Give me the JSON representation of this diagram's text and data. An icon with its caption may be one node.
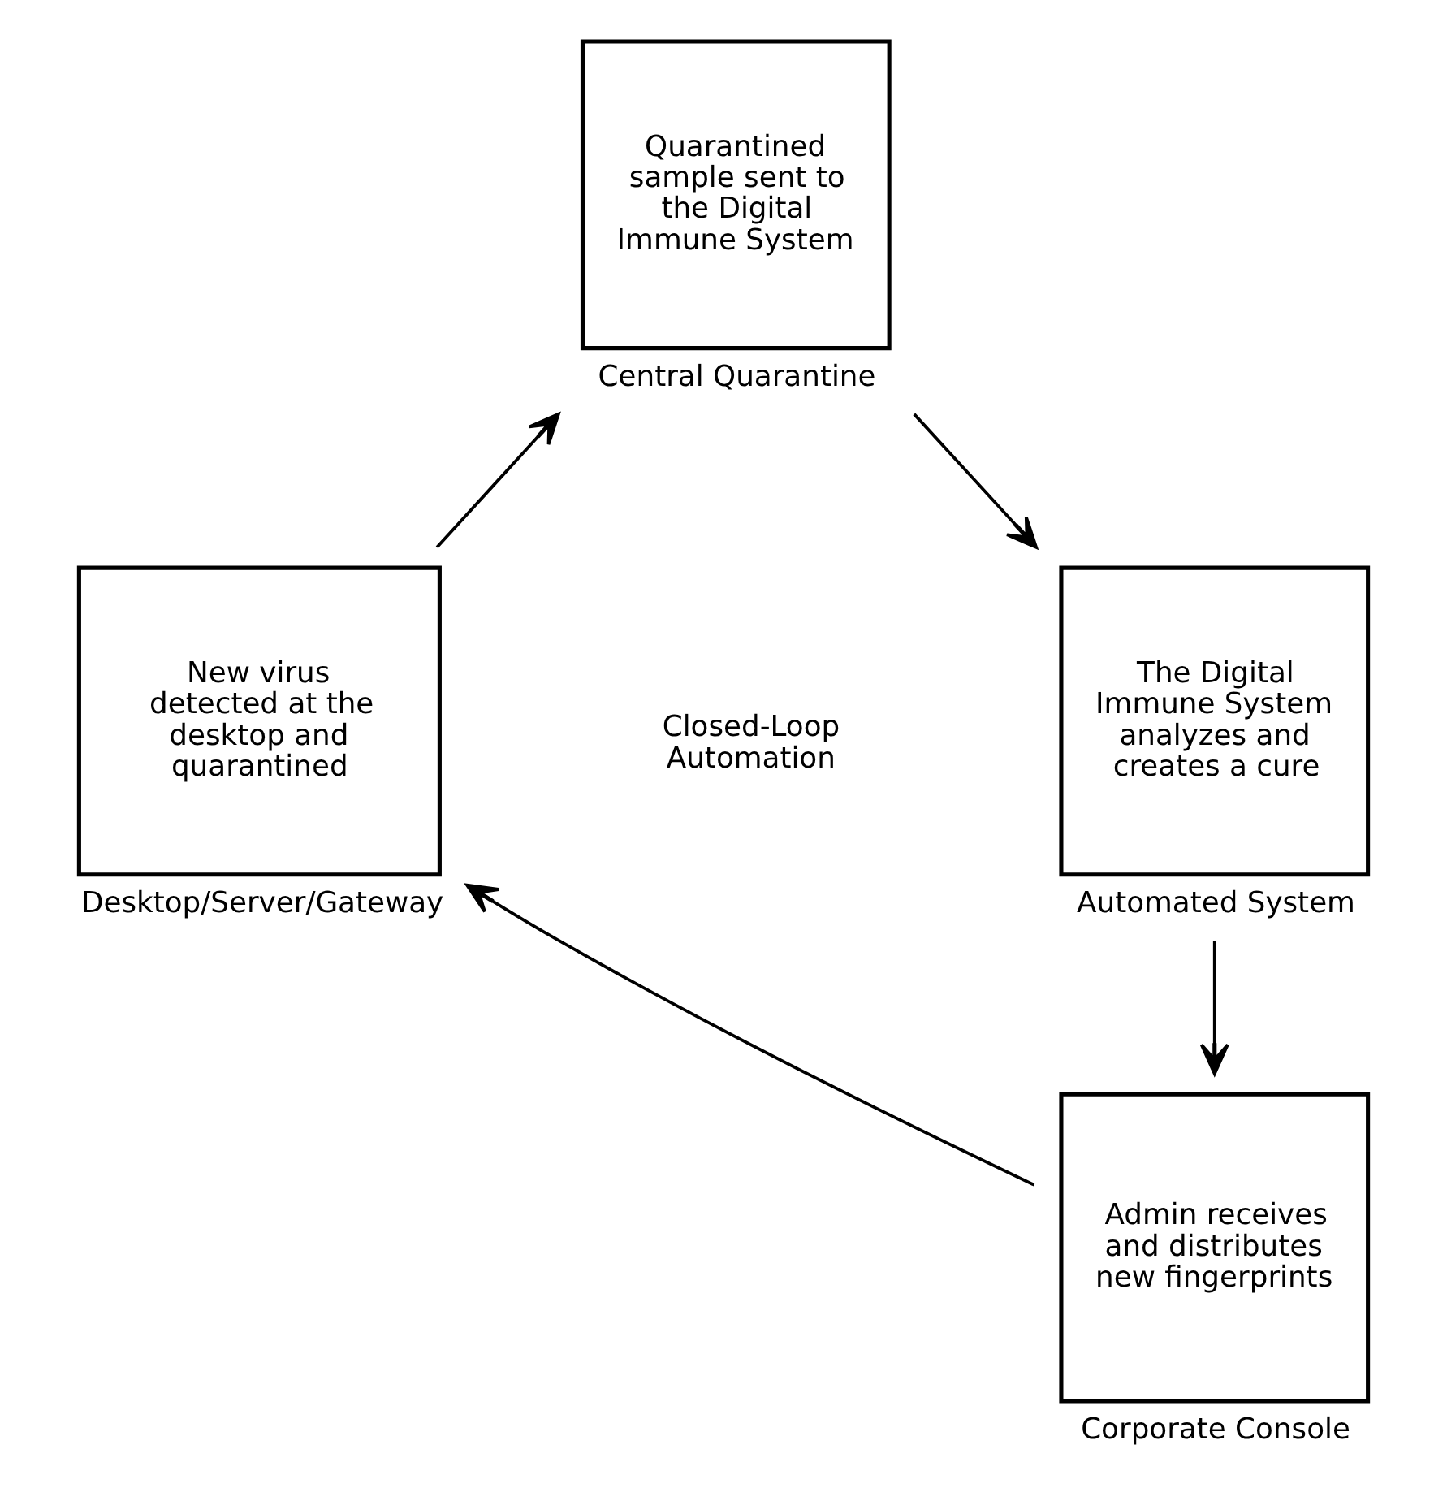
{
  "diagram": {
    "nodes": [
      {
        "text": [
          "Quarantined sample sent to the Digital Immune System"
        ],
        "beside": [
          "Central Quarantine"
        ]
      },
      {
        "text": [
          "New virus detected at the desktop and quarantined"
        ],
        "beside": [
          "Desktop/Server/Gateway"
        ]
      },
      {
        "text": [
          "The Digital Immune System analyzes and creates a cure"
        ],
        "beside": [
          "Automated System"
        ]
      },
      {
        "text": [
          "Admin receives and distributes new fingerprints"
        ],
        "beside": [
          "Corporate Console"
        ]
      }
    ],
    "edges": [
      {
        "from": 1,
        "to": 0,
        "arrow": "to"
      },
      {
        "from": 0,
        "to": 2,
        "arrow": "to"
      },
      {
        "from": 2,
        "to": 3,
        "arrow": "to"
      },
      {
        "from": 3,
        "to": 1,
        "arrow": "to"
      }
    ],
    "labels": [
      "Closed-Loop Automation"
    ]
  }
}
